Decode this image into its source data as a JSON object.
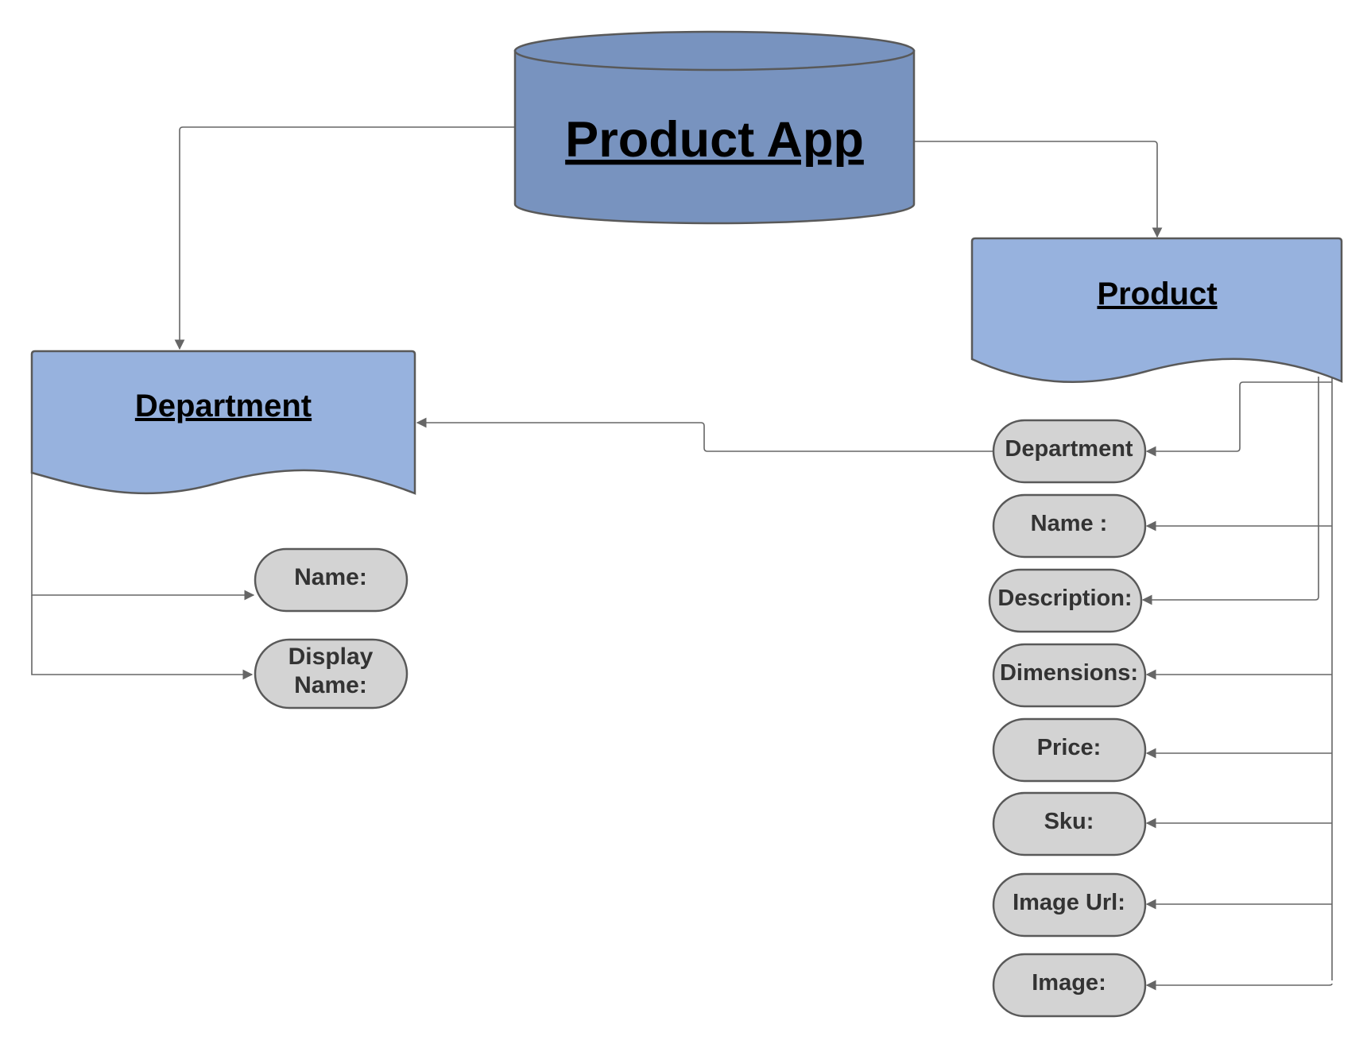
{
  "app": {
    "title": "Product App",
    "colors": {
      "database": "#7893bf",
      "document": "#97b2de",
      "field": "#d3d3d3",
      "line": "#666666"
    }
  },
  "department": {
    "title": "Department",
    "fields": [
      {
        "label": "Name:"
      },
      {
        "label_line1": "Display",
        "label_line2": "Name:"
      }
    ]
  },
  "product": {
    "title": "Product",
    "fields": [
      {
        "label": "Department"
      },
      {
        "label": "Name :"
      },
      {
        "label": "Description:"
      },
      {
        "label": "Dimensions:"
      },
      {
        "label": "Price:"
      },
      {
        "label": "Sku:"
      },
      {
        "label": "Image Url:"
      },
      {
        "label": "Image:"
      }
    ]
  }
}
